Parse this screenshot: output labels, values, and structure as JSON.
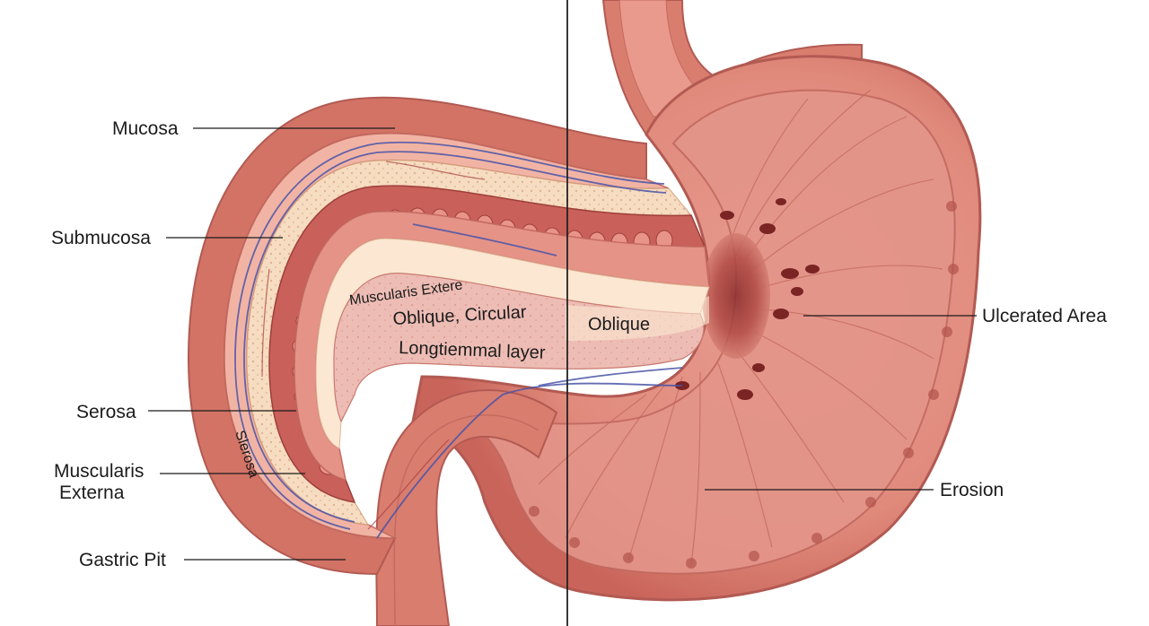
{
  "diagram": {
    "external_labels": {
      "mucosa": "Mucosa",
      "submucosa": "Submucosa",
      "serosa": "Serosa",
      "muscularis_externa_line1": "Muscularis",
      "muscularis_externa_line2": "Externa",
      "gastric_pit": "Gastric Pit",
      "ulcerated_area": "Ulcerated Area",
      "erosion": "Erosion"
    },
    "internal_labels": {
      "muscularis_extere": "Muscularis Extere",
      "oblique_circular": "Oblique, Circular",
      "longitudinal_layer": "Longtiemmal layer",
      "oblique": "Oblique",
      "serosa_rotated": "Slerosa"
    }
  },
  "colors": {
    "outer_wall": "#d97d6f",
    "mucosa_light": "#f1b4a4",
    "fat_layer": "#f6dcc0",
    "muscle_band": "#c9605a",
    "cell_band": "#b8524c",
    "inner_pink": "#edbdb5",
    "vessel_blue": "#4a54a8",
    "divider": "#222222"
  }
}
